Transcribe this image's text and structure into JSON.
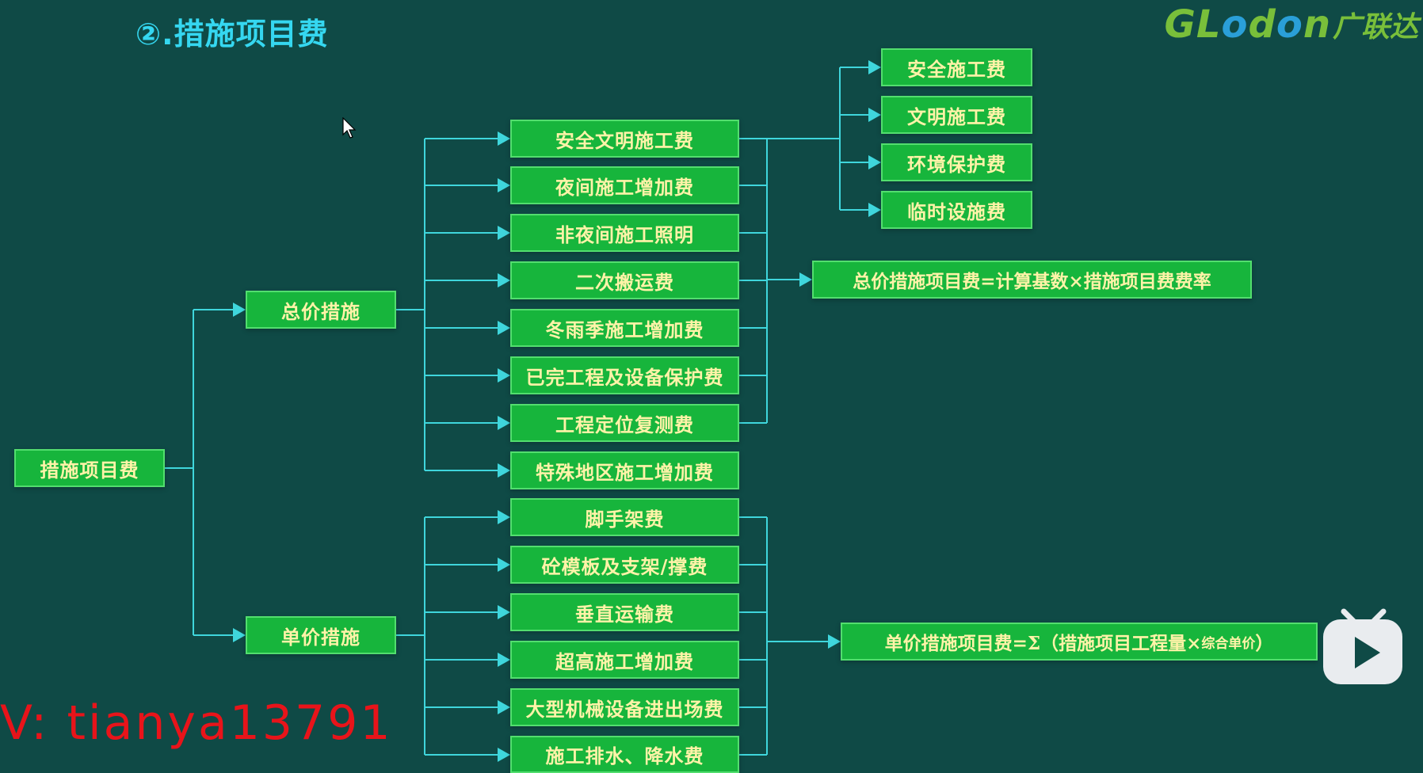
{
  "title": "②.措施项目费",
  "logo": {
    "latin_a": "GL",
    "latin_b": "o",
    "latin_c": "d",
    "latin_d": "o",
    "latin_e": "n",
    "chinese": "广联达"
  },
  "colors": {
    "background": "#0f4a46",
    "node_fill": "#17b53c",
    "node_text": "#fff3a8",
    "connector": "#3fd6dc",
    "title": "#35d7f0"
  },
  "root": "措施项目费",
  "total_price": {
    "label": "总价措施",
    "items": [
      "安全文明施工费",
      "夜间施工增加费",
      "非夜间施工照明",
      "二次搬运费",
      "冬雨季施工增加费",
      "已完工程及设备保护费",
      "工程定位复测费",
      "特殊地区施工增加费"
    ],
    "safety_sub": [
      "安全施工费",
      "文明施工费",
      "环境保护费",
      "临时设施费"
    ],
    "formula": "总价措施项目费=计算基数×措施项目费费率"
  },
  "unit_price": {
    "label": "单价措施",
    "items": [
      "脚手架费",
      "砼模板及支架/撑费",
      "垂直运输费",
      "超高施工增加费",
      "大型机械设备进出场费",
      "施工排水、降水费"
    ],
    "formula_main": "单价措施项目费=Σ（措施项目工程量×",
    "formula_small": "综合单价",
    "formula_end": "）"
  },
  "watermark": "V: tianya13791",
  "icons": {
    "play": "play-icon",
    "cursor": "cursor-icon"
  }
}
